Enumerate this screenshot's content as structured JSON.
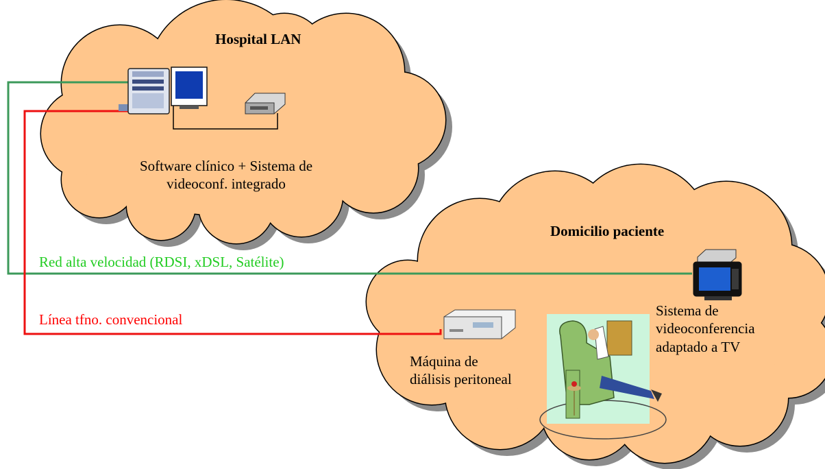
{
  "hospital": {
    "title": "Hospital LAN",
    "caption_line1": "Software clínico + Sistema de",
    "caption_line2": "videoconf. integrado"
  },
  "home": {
    "title": "Domicilio paciente",
    "tv_caption_line1": "Sistema de",
    "tv_caption_line2": "videoconferencia",
    "tv_caption_line3": "adaptado a TV",
    "machine_caption_line1": "Máquina de",
    "machine_caption_line2": "diálisis peritoneal"
  },
  "links": {
    "high_speed_label": "Red alta velocidad (RDSI, xDSL, Satélite)",
    "phone_line_label": "Línea tfno. convencional"
  },
  "colors": {
    "cloud_fill": "#ffc68c",
    "cloud_shadow": "#8c8c8c",
    "green_line": "#3c9a5a",
    "green_text": "#22cc22",
    "red_line": "#ee1111",
    "red_text": "#ff0000"
  },
  "icons": [
    "desktop-computer-icon",
    "video-codec-icon",
    "television-icon",
    "dialysis-machine-icon",
    "patient-armchair-clipart"
  ]
}
